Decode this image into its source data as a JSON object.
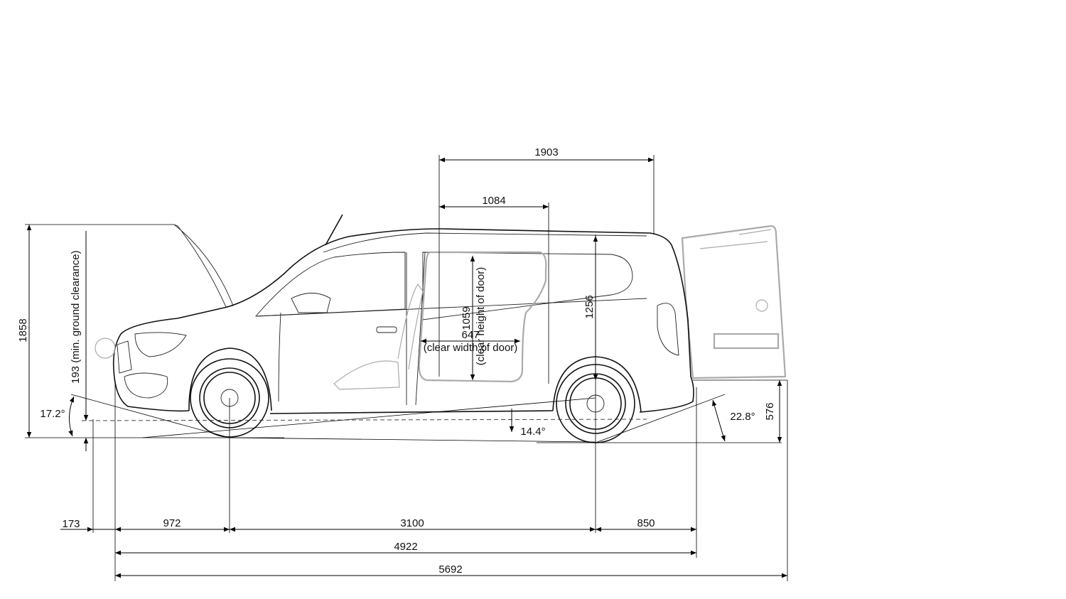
{
  "dimensions": {
    "load_length": "1903",
    "door_offset": "1084",
    "load_height": "1256",
    "door_height_value": "1059",
    "door_height_label": "(clear height of door)",
    "door_width_value": "647",
    "door_width_label": "(clear width of door)",
    "overall_height": "1858",
    "ground_clearance": "193  (min. ground clearance)",
    "approach_angle": "17.2°",
    "ramp_angle": "14.4°",
    "departure_angle": "22.8°",
    "rear_sill_height": "576",
    "front_axle_offset": "173",
    "front_overhang": "972",
    "wheelbase": "3100",
    "rear_overhang": "850",
    "body_length": "4922",
    "overall_length_open": "5692"
  }
}
